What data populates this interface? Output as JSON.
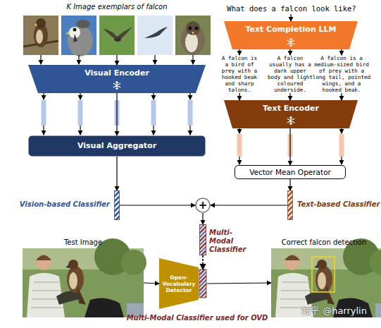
{
  "diagram": {
    "nodes": [
      {
        "text": [
          "K Image exemplars of falcon"
        ]
      },
      {
        "text": [
          "Visual Encoder"
        ]
      },
      {
        "text": [
          "Visual Aggregator"
        ]
      },
      {
        "text": [
          "Vision-based Classifier"
        ]
      },
      {
        "text": [
          "What does a falcon look like?"
        ]
      },
      {
        "text": [
          "Text Completion LLM"
        ]
      },
      {
        "text": [
          "A falcon is a bird of prey with a hooked beak and sharp talons."
        ]
      },
      {
        "text": [
          "A falcon usually has a dark upper body and light coloured underside."
        ]
      },
      {
        "text": [
          "A falcon is a medium-sized bird of prey with a long tail, pointed wings, and a hooked beak."
        ]
      },
      {
        "text": [
          "Text Encoder"
        ]
      },
      {
        "text": [
          "Vector Mean Operator"
        ]
      },
      {
        "text": [
          "Text-based Classifier"
        ]
      },
      {
        "text": [
          "+"
        ]
      },
      {
        "text": [
          "Multi-Modal Classifier"
        ]
      },
      {
        "text": [
          "Test Image"
        ]
      },
      {
        "text": [
          "Open-Vocabulary Detector"
        ]
      },
      {
        "text": [
          "Correct falcon detection"
        ]
      }
    ],
    "edges": [
      {
        "from": 0,
        "to": 1,
        "arrow": "to"
      },
      {
        "from": 1,
        "to": 2,
        "arrow": "to"
      },
      {
        "from": 2,
        "to": 3,
        "arrow": "to"
      },
      {
        "from": 4,
        "to": 5,
        "arrow": "to"
      },
      {
        "from": 5,
        "to": 6,
        "arrow": "to"
      },
      {
        "from": 5,
        "to": 7,
        "arrow": "to"
      },
      {
        "from": 5,
        "to": 8,
        "arrow": "to"
      },
      {
        "from": 6,
        "to": 9,
        "arrow": "to"
      },
      {
        "from": 7,
        "to": 9,
        "arrow": "to"
      },
      {
        "from": 8,
        "to": 9,
        "arrow": "to"
      },
      {
        "from": 9,
        "to": 10,
        "arrow": "to"
      },
      {
        "from": 10,
        "to": 11,
        "arrow": "to"
      },
      {
        "from": 3,
        "to": 12,
        "arrow": "to"
      },
      {
        "from": 11,
        "to": 12,
        "arrow": "to"
      },
      {
        "from": 12,
        "to": 13,
        "arrow": "to"
      },
      {
        "from": 13,
        "to": 15,
        "arrow": "to"
      },
      {
        "from": 14,
        "to": 15,
        "arrow": "to"
      },
      {
        "from": 15,
        "to": 16,
        "arrow": "to"
      }
    ],
    "labels": [
      "Multi-Modal Classifier used for OVD",
      "知乎 @harrylin"
    ]
  }
}
